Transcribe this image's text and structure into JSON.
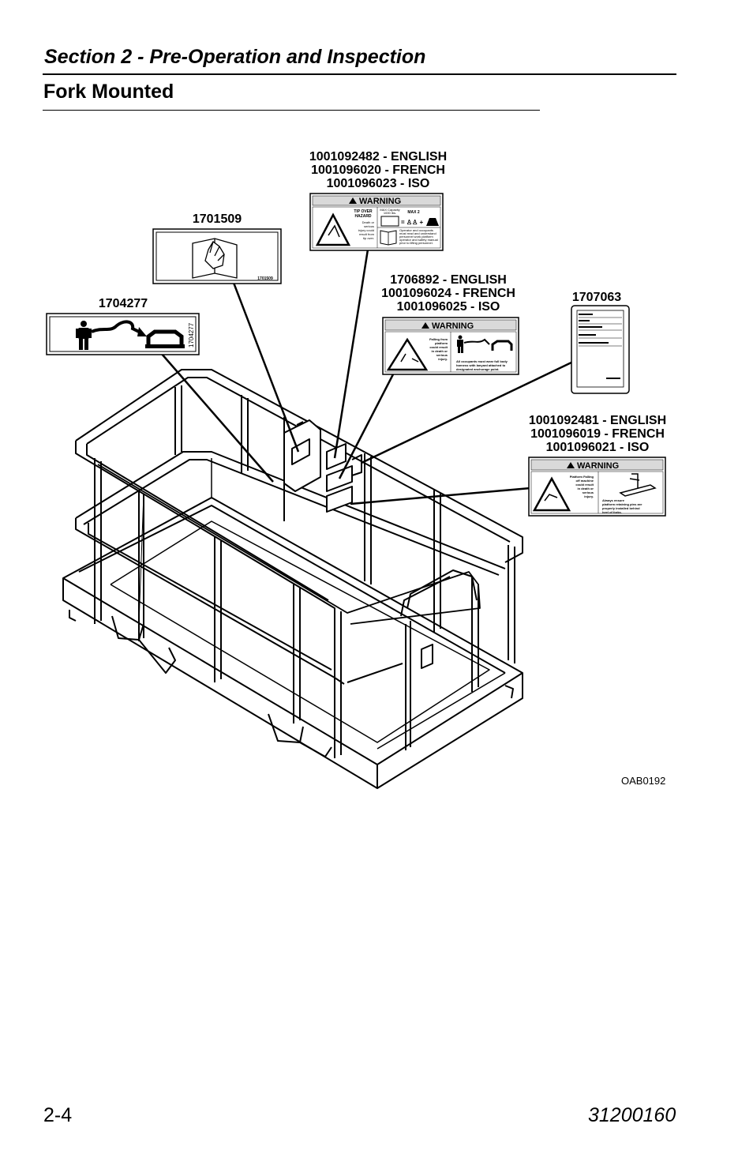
{
  "header": {
    "section_title": "Section 2 - Pre-Operation and Inspection",
    "page_heading": "Fork Mounted"
  },
  "callouts": {
    "decal_a": [
      "1001092482 - ENGLISH",
      "1001096020 - FRENCH",
      "1001096023 - ISO"
    ],
    "decal_b": "1701509",
    "decal_c": "1704277",
    "decal_d": [
      "1706892 - ENGLISH",
      "1001096024 - FRENCH",
      "1001096025 - ISO"
    ],
    "decal_e": "1707063",
    "decal_f": [
      "1001092481 - ENGLISH",
      "1001096019 - FRENCH",
      "1001096021 - ISO"
    ]
  },
  "decals": {
    "warning_word": "WARNING",
    "decal_a_hazard": [
      "TIP OVER",
      "HAZARD"
    ],
    "decal_a_body": [
      "Death or",
      "serious",
      "injury could",
      "result from",
      "tip over."
    ],
    "decal_a_capacity": [
      "MAX Capacity",
      "1000 lbs."
    ],
    "decal_a_max": "MAX  2",
    "decal_a_manual": [
      "Operator and occupants",
      "must read and understand",
      "personnel work platform",
      "operator and safety manual",
      "prior to lifting personnel."
    ],
    "decal_b_code": "1701509",
    "decal_c_code": "1704277",
    "decal_d_body": [
      "Falling from",
      "platform",
      "could result",
      "in death or",
      "serious",
      "injury."
    ],
    "decal_d_footer": [
      "All occupants must wear full body",
      "harness with lanyard attached to",
      "designated anchorage point."
    ],
    "decal_f_body": [
      "Platform Falling",
      "off machine",
      "could result",
      "in death or",
      "serious",
      "injury."
    ],
    "decal_f_footer": [
      "Always ensure",
      "platform retaining pins are",
      "properly installed behind",
      "heel of forks."
    ]
  },
  "figure_id": "OAB0192",
  "footer": {
    "page_number": "2-4",
    "doc_number": "31200160"
  },
  "colors": {
    "ink": "#000000",
    "decal_header": "#d9d9d9"
  }
}
